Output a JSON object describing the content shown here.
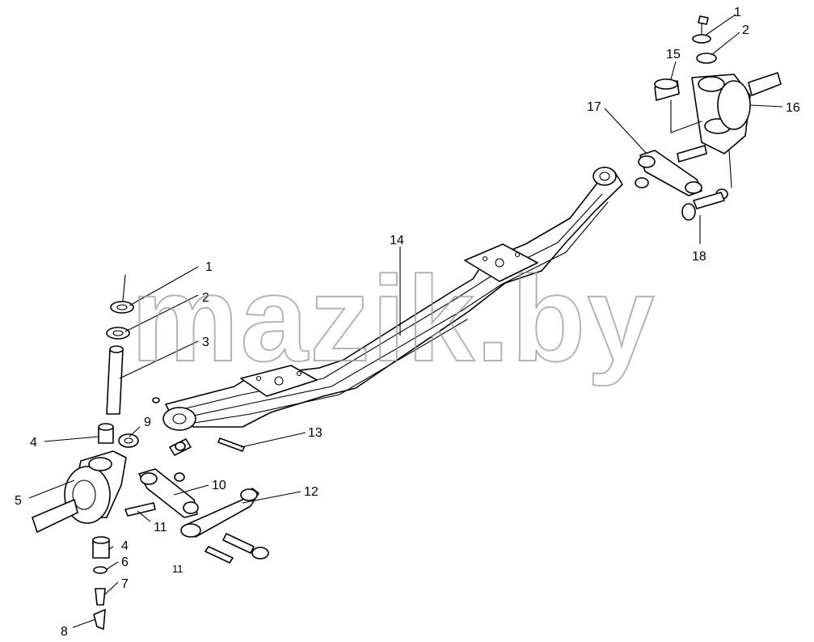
{
  "watermark": "mazik.by",
  "callouts": {
    "c1_left": "1",
    "c2_left": "2",
    "c3": "3",
    "c4_upper": "4",
    "c4_lower": "4",
    "c5": "5",
    "c6": "6",
    "c7": "7",
    "c8": "8",
    "c9": "9",
    "c10": "10",
    "c11_upper": "11",
    "c11_lower": "11",
    "c12": "12",
    "c13": "13",
    "c14": "14",
    "c1_right": "1",
    "c2_right": "2",
    "c15": "15",
    "c16": "16",
    "c17": "17",
    "c18": "18"
  },
  "colors": {
    "line": "#000000",
    "background": "#ffffff",
    "watermark": "#9a9a9a"
  }
}
